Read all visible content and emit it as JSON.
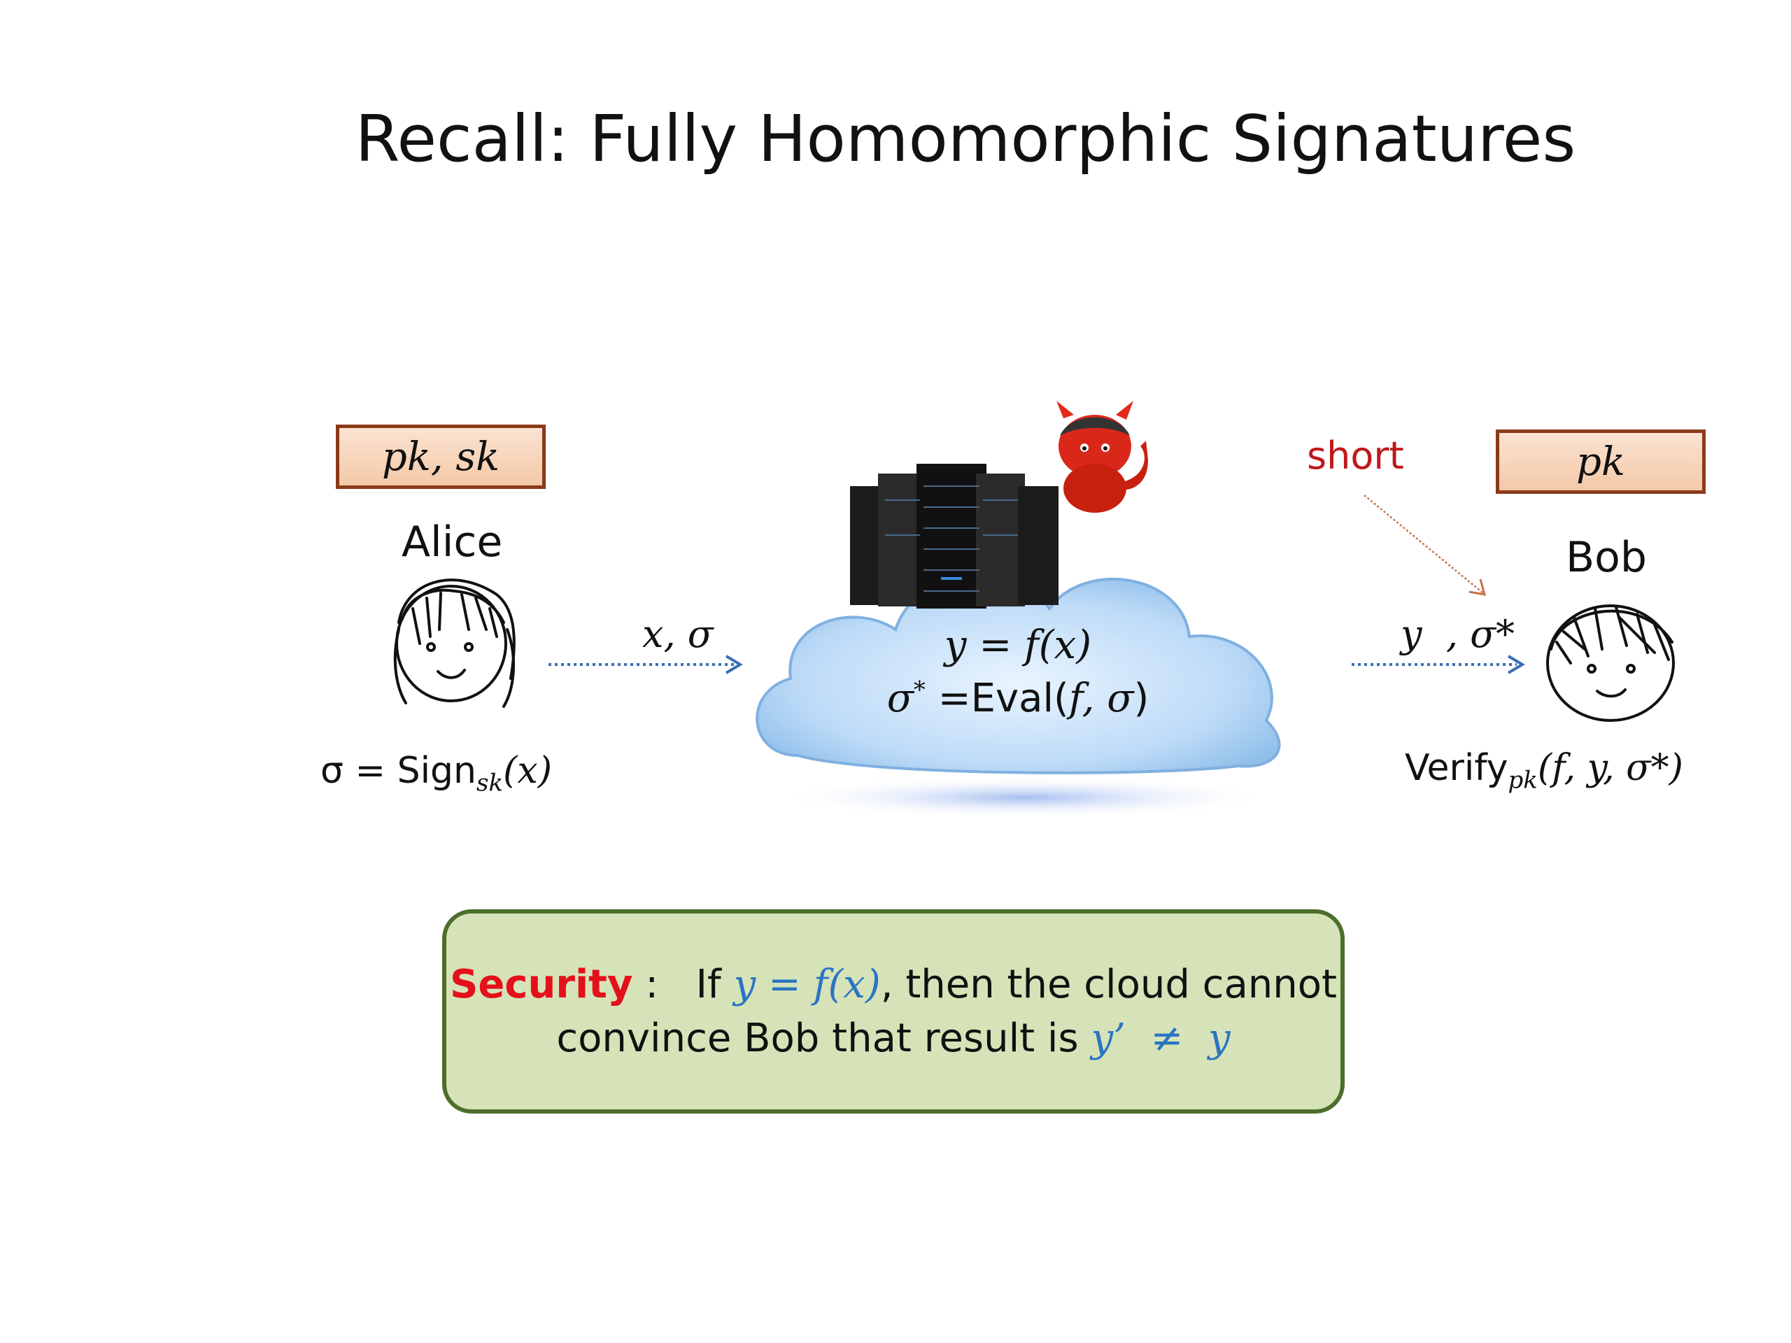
{
  "title": "Recall:  Fully Homomorphic Signatures",
  "alice": {
    "keys": "pk, sk",
    "name": "Alice",
    "sign_prefix": "σ = Sign",
    "sign_sub": "sk",
    "sign_arg": "(x)"
  },
  "arrow_left_label": "x, σ",
  "cloud": {
    "line1": "y = f(x)",
    "line2_sigma": "σ",
    "line2_star": "*",
    "line2_rest": " =Eval(",
    "line2_args": "f, σ",
    "line2_close": ")"
  },
  "bob": {
    "keys": "pk",
    "name": "Bob",
    "short_label": "short",
    "arrow_label": "y  , σ*",
    "verify_prefix": "Verify",
    "verify_sub": "pk",
    "verify_args": "(f, y, σ*)"
  },
  "security": {
    "keyword": "Security",
    "colon": " :   If ",
    "cond": "y = f(x)",
    "rest1": ", then the cloud cannot",
    "line2_text": "convince Bob that result is ",
    "line2_math": "y’  ≠  y"
  },
  "colors": {
    "box_border": "#8B3A1A",
    "security_bg": "#d6e3b8",
    "accent_red": "#e4101a",
    "math_blue": "#2a74c4"
  }
}
